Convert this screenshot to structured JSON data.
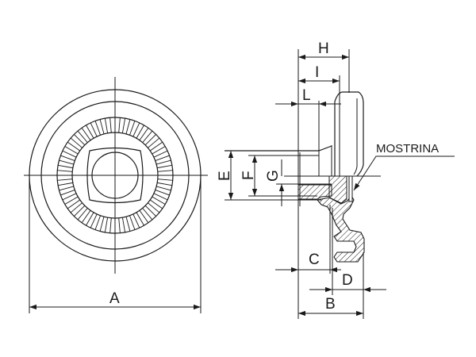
{
  "drawing": {
    "dimension_labels": {
      "A": "A",
      "B": "B",
      "C": "C",
      "D": "D",
      "E": "E",
      "F": "F",
      "G": "G",
      "H": "H",
      "I": "I",
      "L": "L"
    },
    "callout": "MOSTRINA",
    "knurl_teeth": 72,
    "line_color": "#1a1a1a"
  }
}
